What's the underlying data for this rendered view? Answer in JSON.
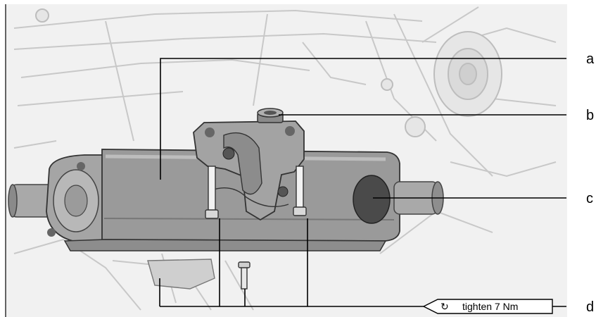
{
  "callouts": [
    {
      "id": "a",
      "label": "a"
    },
    {
      "id": "b",
      "label": "b"
    },
    {
      "id": "c",
      "label": "c"
    },
    {
      "id": "d",
      "label": "d"
    }
  ],
  "torque_note": {
    "icon": "rotate-clockwise-icon",
    "icon_glyph": "↻",
    "text": "tighten 7 Nm"
  },
  "colors": {
    "ink": "#000000",
    "pump_body": "#9a9a9a",
    "pump_dark": "#555555",
    "background_line": "#c8c8c8"
  }
}
